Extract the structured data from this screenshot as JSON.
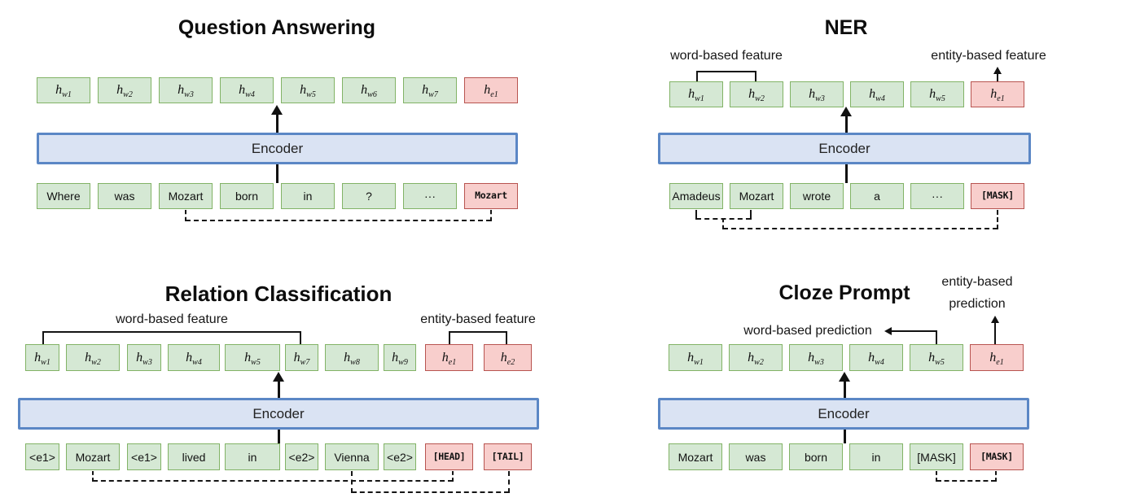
{
  "colors": {
    "box_green_fill": "#d5e8d4",
    "box_green_border": "#82b366",
    "box_red_fill": "#f8cecc",
    "box_red_border": "#b85450",
    "encoder_fill": "#dae3f3",
    "encoder_border": "#5b87c5"
  },
  "panels": [
    {
      "id": "question-answering",
      "title": "Question Answering",
      "encoder_label": "Encoder",
      "hidden": [
        {
          "base": "h",
          "sub": "w1",
          "type": "word"
        },
        {
          "base": "h",
          "sub": "w2",
          "type": "word"
        },
        {
          "base": "h",
          "sub": "w3",
          "type": "word"
        },
        {
          "base": "h",
          "sub": "w4",
          "type": "word"
        },
        {
          "base": "h",
          "sub": "w5",
          "type": "word"
        },
        {
          "base": "h",
          "sub": "w6",
          "type": "word"
        },
        {
          "base": "h",
          "sub": "w7",
          "type": "word"
        },
        {
          "base": "h",
          "sub": "e1",
          "type": "entity"
        }
      ],
      "tokens": [
        {
          "text": "Where",
          "type": "word"
        },
        {
          "text": "was",
          "type": "word"
        },
        {
          "text": "Mozart",
          "type": "word"
        },
        {
          "text": "born",
          "type": "word"
        },
        {
          "text": "in",
          "type": "word"
        },
        {
          "text": "?",
          "type": "word"
        },
        {
          "text": "···",
          "type": "word"
        },
        {
          "text": "Mozart",
          "type": "special"
        }
      ],
      "annotations": {}
    },
    {
      "id": "ner",
      "title": "NER",
      "encoder_label": "Encoder",
      "hidden": [
        {
          "base": "h",
          "sub": "w1",
          "type": "word"
        },
        {
          "base": "h",
          "sub": "w2",
          "type": "word"
        },
        {
          "base": "h",
          "sub": "w3",
          "type": "word"
        },
        {
          "base": "h",
          "sub": "w4",
          "type": "word"
        },
        {
          "base": "h",
          "sub": "w5",
          "type": "word"
        },
        {
          "base": "h",
          "sub": "e1",
          "type": "entity"
        }
      ],
      "tokens": [
        {
          "text": "Amadeus",
          "type": "word"
        },
        {
          "text": "Mozart",
          "type": "word"
        },
        {
          "text": "wrote",
          "type": "word"
        },
        {
          "text": "a",
          "type": "word"
        },
        {
          "text": "···",
          "type": "word"
        },
        {
          "text": "[MASK]",
          "type": "special"
        }
      ],
      "annotations": {
        "word_feature": "word-based feature",
        "entity_feature": "entity-based feature"
      }
    },
    {
      "id": "relation-classification",
      "title": "Relation Classification",
      "encoder_label": "Encoder",
      "hidden": [
        {
          "base": "h",
          "sub": "w1",
          "type": "word"
        },
        {
          "base": "h",
          "sub": "w2",
          "type": "word"
        },
        {
          "base": "h",
          "sub": "w3",
          "type": "word"
        },
        {
          "base": "h",
          "sub": "w4",
          "type": "word"
        },
        {
          "base": "h",
          "sub": "w5",
          "type": "word"
        },
        {
          "base": "h",
          "sub": "w7",
          "type": "word"
        },
        {
          "base": "h",
          "sub": "w8",
          "type": "word"
        },
        {
          "base": "h",
          "sub": "w9",
          "type": "word"
        },
        {
          "base": "h",
          "sub": "e1",
          "type": "entity"
        },
        {
          "base": "h",
          "sub": "e2",
          "type": "entity"
        }
      ],
      "tokens": [
        {
          "text": "<e1>",
          "type": "word"
        },
        {
          "text": "Mozart",
          "type": "word"
        },
        {
          "text": "<e1>",
          "type": "word"
        },
        {
          "text": "lived",
          "type": "word"
        },
        {
          "text": "in",
          "type": "word"
        },
        {
          "text": "<e2>",
          "type": "word"
        },
        {
          "text": "Vienna",
          "type": "word"
        },
        {
          "text": "<e2>",
          "type": "word"
        },
        {
          "text": "[HEAD]",
          "type": "special"
        },
        {
          "text": "[TAIL]",
          "type": "special"
        }
      ],
      "annotations": {
        "word_feature": "word-based feature",
        "entity_feature": "entity-based feature"
      }
    },
    {
      "id": "cloze-prompt",
      "title": "Cloze Prompt",
      "encoder_label": "Encoder",
      "hidden": [
        {
          "base": "h",
          "sub": "w1",
          "type": "word"
        },
        {
          "base": "h",
          "sub": "w2",
          "type": "word"
        },
        {
          "base": "h",
          "sub": "w3",
          "type": "word"
        },
        {
          "base": "h",
          "sub": "w4",
          "type": "word"
        },
        {
          "base": "h",
          "sub": "w5",
          "type": "word"
        },
        {
          "base": "h",
          "sub": "e1",
          "type": "entity"
        }
      ],
      "tokens": [
        {
          "text": "Mozart",
          "type": "word"
        },
        {
          "text": "was",
          "type": "word"
        },
        {
          "text": "born",
          "type": "word"
        },
        {
          "text": "in",
          "type": "word"
        },
        {
          "text": "[MASK]",
          "type": "word"
        },
        {
          "text": "[MASK]",
          "type": "special"
        }
      ],
      "annotations": {
        "word_prediction": "word-based prediction",
        "entity_prediction_line1": "entity-based",
        "entity_prediction_line2": "prediction"
      }
    }
  ]
}
